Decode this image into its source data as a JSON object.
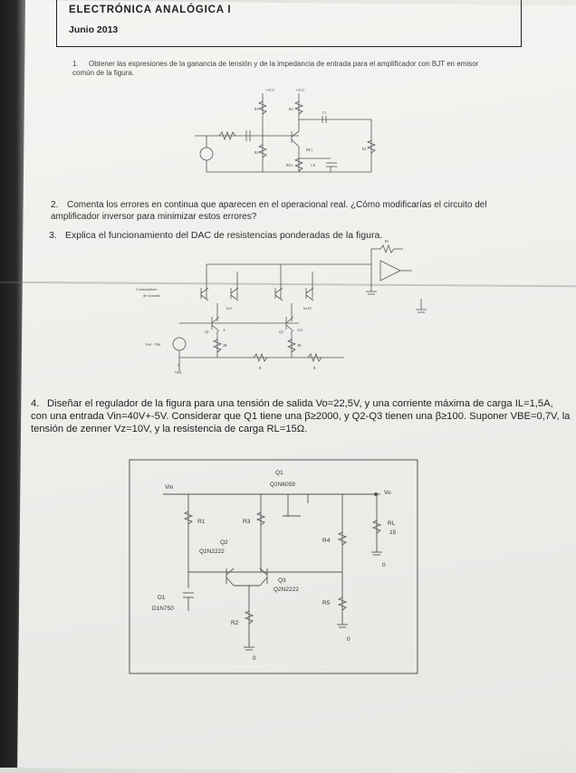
{
  "header": {
    "title": "ELECTRÓNICA ANALÓGICA I",
    "date": "Junio 2013"
  },
  "questions": [
    {
      "number": "1.",
      "text": "Obtener las expresiones de la ganancia de tensión y de la impedancia de entrada para el amplificador con BJT en emisor común de la figura."
    },
    {
      "number": "2.",
      "text": "Comenta los errores en continua que aparecen en el operacional real. ¿Cómo modificarías el circuito del amplificador inversor para minimizar estos errores?"
    },
    {
      "number": "3.",
      "text": "Explica el funcionamiento del DAC de resistencias ponderadas de la figura."
    },
    {
      "number": "4.",
      "text": "Diseñar el regulador de la figura para una tensión de salida Vo=22,5V, y una corriente máxima de carga IL=1,5A, con una entrada Vin=40V+-5V. Considerar que Q1 tiene una β≥2000, y Q2-Q3 tienen una β≥100. Suponer VBE=0,7V, la tensión de zenner Vz=10V, y la resistencia de carga RL=15Ω."
    }
  ],
  "circuit1": {
    "labels": [
      "+VCC",
      "+VCC",
      "R1",
      "RC",
      "C1",
      "R2",
      "RE1",
      "RE2",
      "CE",
      "RL"
    ]
  },
  "circuit2": {
    "labels": [
      "Rf",
      "Conmutadores de corriente",
      "Iref",
      "Iref/2",
      "Q1",
      "Q2",
      "A",
      "A/2",
      "2R",
      "2R",
      "R",
      "R",
      "Vref - Vbb",
      "V",
      "VEE"
    ]
  },
  "circuit3": {
    "labels": {
      "vin": "Vin",
      "vo": "Vo",
      "q1": "Q1",
      "q1_part": "Q2N6059",
      "r1": "R1",
      "r3": "R3",
      "r4": "R4",
      "r5": "R5",
      "r2": "R2",
      "rl": "RL",
      "rl_val": "15",
      "q2": "Q2",
      "q2_part": "Q2N2222",
      "q3": "Q3",
      "q3_part": "Q2N2222",
      "d1": "D1",
      "d1_part": "D1N750",
      "gnd": "0"
    }
  }
}
